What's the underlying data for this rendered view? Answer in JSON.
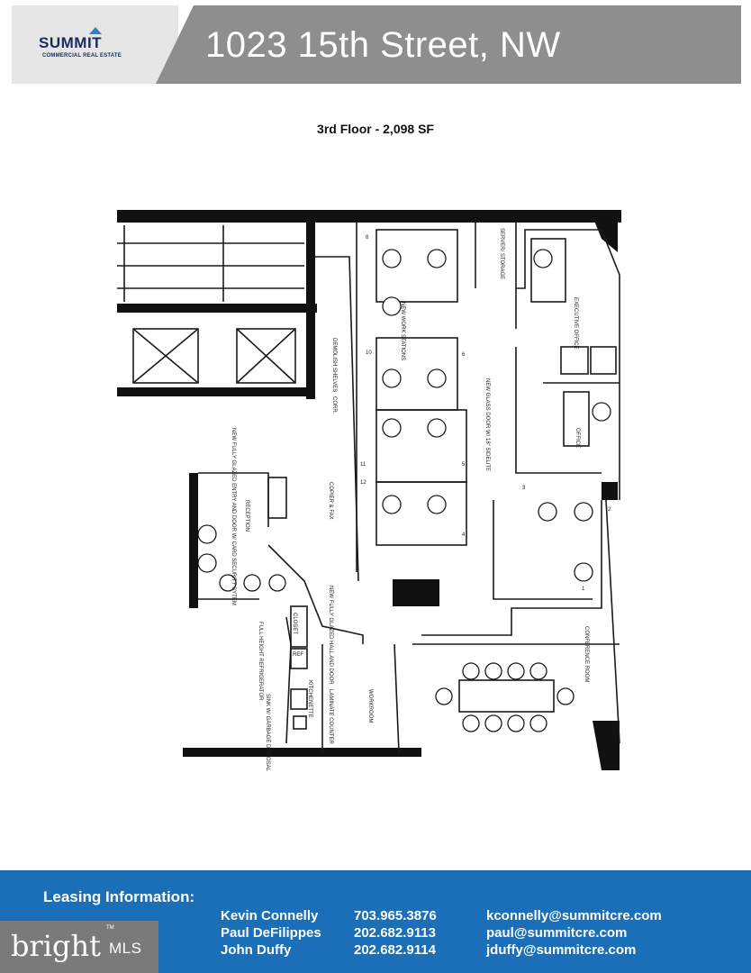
{
  "header": {
    "logo_name": "SUMMIT",
    "logo_subtitle": "COMMERCIAL REAL ESTATE",
    "title": "1023 15th Street, NW"
  },
  "floor": {
    "label": "3rd Floor - 2,098 SF"
  },
  "floorplan_labels": {
    "demolish_shelves": "DEMOLISH SHELVES",
    "corr": "CORR.",
    "new_work_stations": "NEW WORK STATIONS",
    "server_storage": "SERVER/ STORAGE",
    "executive_office": "EXECUTIVE OFFICE",
    "new_glass_door": "NEW GLASS DOOR W/ 18\" SIDELITE",
    "new_fully_glazed_entry": "NEW FULLY GLAZED ENTRY AND DOOR W/ CARD SECURITY SYTEM",
    "office": "OFFICE",
    "reception": "RECEPTION",
    "copier_fax": "COPIER & FAX",
    "new_fully_glazed_hall": "NEW FULLY GLAZED HALL AND DOOR",
    "closet": "CLOSET",
    "full_height_refrigerator": "FULL HEIGHT REFRIGERATOR",
    "ref": "REF",
    "kitchenette": "KITCHENETTE",
    "laminate_counter": "LAMINATE COUNTER",
    "workroom": "WORKROOM",
    "sink_garbage_disposal": "SINK W/ GARBAGE DISPOSAL",
    "conference_room": "CONFERENCE ROOM",
    "num_1": "1",
    "num_2": "2",
    "num_3": "3",
    "num_4": "4",
    "num_5": "5",
    "num_6": "6",
    "num_8": "8",
    "num_10": "10",
    "num_11": "11",
    "num_12": "12"
  },
  "footer": {
    "heading": "Leasing Information:",
    "contacts": [
      {
        "name": "Kevin Connelly",
        "phone": "703.965.3876",
        "email": "kconnelly@summitcre.com"
      },
      {
        "name": "Paul DeFilippes",
        "phone": "202.682.9113",
        "email": "paul@summitcre.com"
      },
      {
        "name": "John Duffy",
        "phone": "202.682.9114",
        "email": "jduffy@summitcre.com"
      }
    ],
    "brand": "bright",
    "brand_suffix": "MLS",
    "brand_tm": "TM"
  },
  "colors": {
    "footer_bg": "#1a6fb8",
    "header_grey": "#8e8e8e",
    "logo_navy": "#1b2b5a",
    "logo_blue": "#2f7fc1"
  }
}
